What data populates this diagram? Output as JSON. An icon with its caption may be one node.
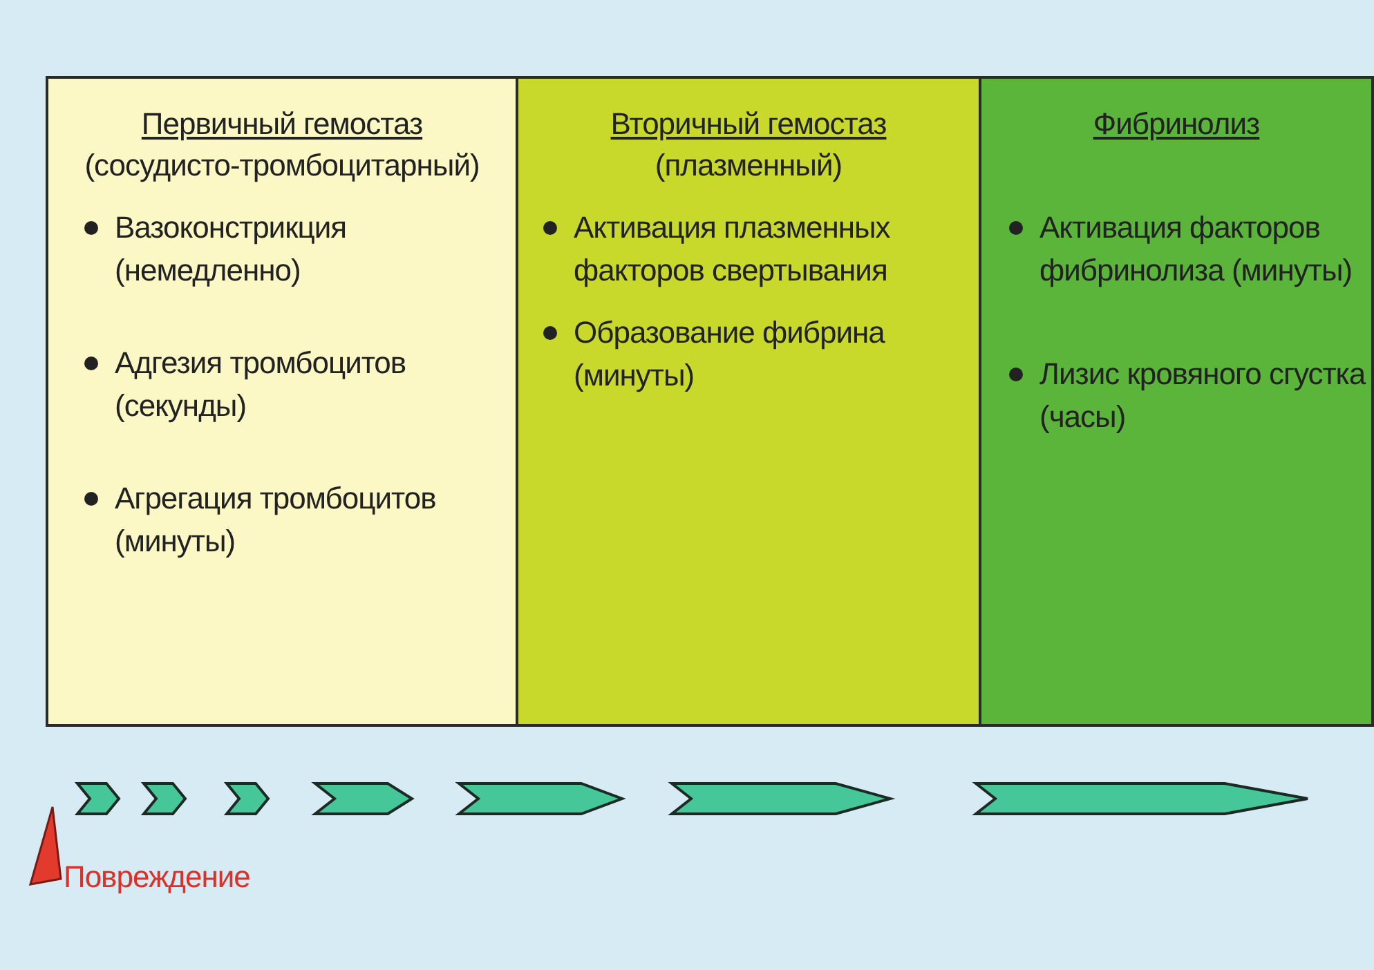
{
  "diagram": {
    "nodes": [
      {
        "text": [
          "Первичный гемостаз",
          "(сосудисто-тромбоцитарный)",
          "Вазоконстрикция (немедленно)",
          "Адгезия тромбоцитов (секунды)",
          "Агрегация тромбоцитов (минуты)"
        ]
      },
      {
        "text": [
          "Вторичный гемостаз",
          "(плазменный)",
          "Активация плазменных факторов свертывания",
          "Образование фибрина (минуты)"
        ]
      },
      {
        "text": [
          "Фибринолиз",
          "Активация факторов фибринолиза (минуты)",
          "Лизис кровяного сгустка (часы)"
        ]
      }
    ],
    "labels": [
      "Повреждение"
    ]
  }
}
